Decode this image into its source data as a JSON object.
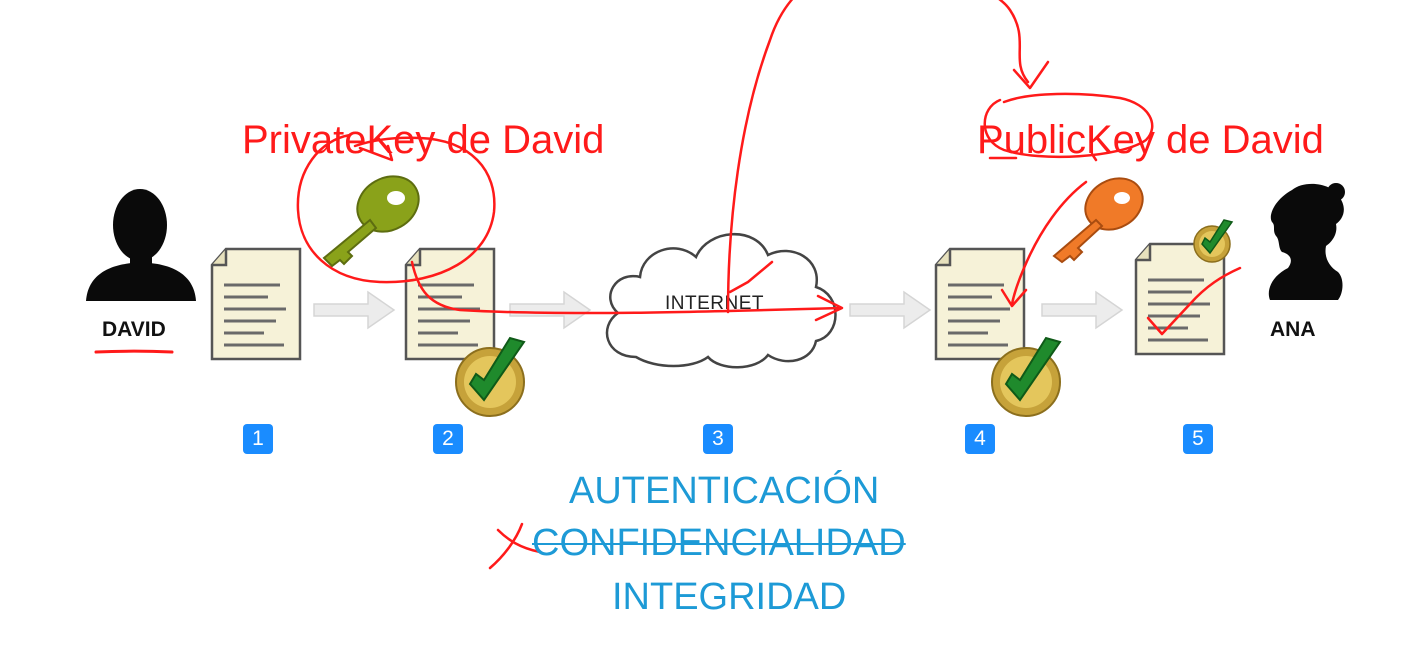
{
  "annotations": {
    "private_key_label": "PrivateKey de David",
    "public_key_label": "PublicKey de David"
  },
  "people": {
    "sender": "DAVID",
    "receiver": "ANA"
  },
  "cloud": {
    "label": "INTERNET"
  },
  "steps": [
    "1",
    "2",
    "3",
    "4",
    "5"
  ],
  "properties": {
    "authentication": "AUTENTICACIÓN",
    "confidentiality": "CONFIDENCIALIDAD",
    "integrity": "INTEGRIDAD"
  },
  "colors": {
    "annotation": "#ff1a1a",
    "property_text": "#1d9ad6",
    "step_badge": "#1a8cff",
    "private_key": "#8aa21a",
    "public_key": "#f07a28"
  }
}
